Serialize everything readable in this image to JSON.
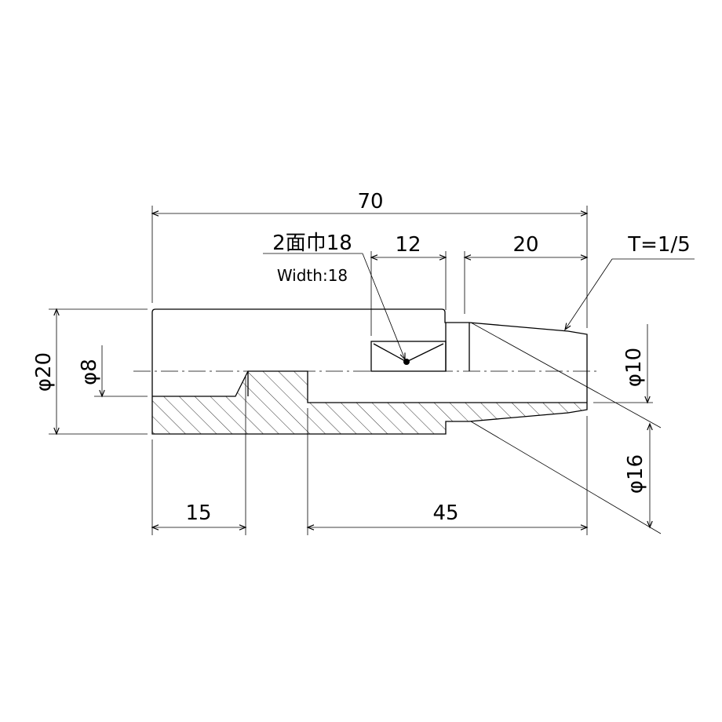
{
  "dimensions": {
    "overall_length": "70",
    "flat_length": "12",
    "taper_length": "20",
    "left_bore_depth": "15",
    "right_bore_length": "45",
    "outer_diameter": "φ20",
    "bore_diameter": "φ8",
    "tip_diameter": "φ10",
    "taper_base_diameter": "φ16",
    "taper_ratio": "T=1/5"
  },
  "annotations": {
    "flat_width_jp": "2面巾18",
    "flat_width_en": "Width:18"
  }
}
